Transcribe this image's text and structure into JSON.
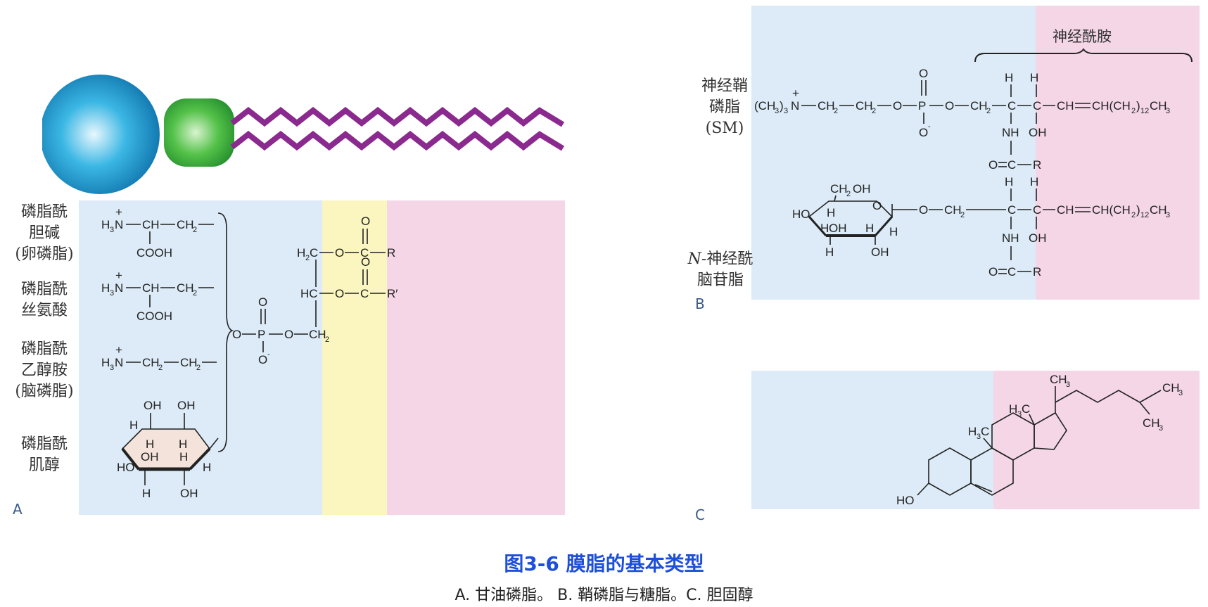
{
  "figure": {
    "title": "图3-6 膜脂的基本类型",
    "caption": "A. 甘油磷脂。 B. 鞘磷脂与糖脂。C. 胆固醇"
  },
  "colors": {
    "hydrophilic_band": "#dcebf7",
    "glycerol_band": "#fbf6bf",
    "hydrophobic_band": "#f4d6e6",
    "head_sphere": "#1aa3d6",
    "glycerol_block": "#42b54a",
    "tail": "#8b2a8e"
  },
  "panel_a": {
    "letter": "A",
    "labels": {
      "pc": "磷脂酰\n胆碱\n(卵磷脂)",
      "ps": "磷脂酰\n丝氨酸",
      "pe": "磷脂酰\n乙醇胺\n(脑磷脂)",
      "pi": "磷脂酰\n肌醇"
    }
  },
  "panel_b": {
    "letter": "B",
    "ceramide_label": "神经酰胺",
    "sm_label": "神经鞘\n磷脂\n(SM)",
    "glyco_prefix": "N",
    "glyco_label": "-神经酰\n脑苷脂"
  },
  "panel_c": {
    "letter": "C"
  }
}
